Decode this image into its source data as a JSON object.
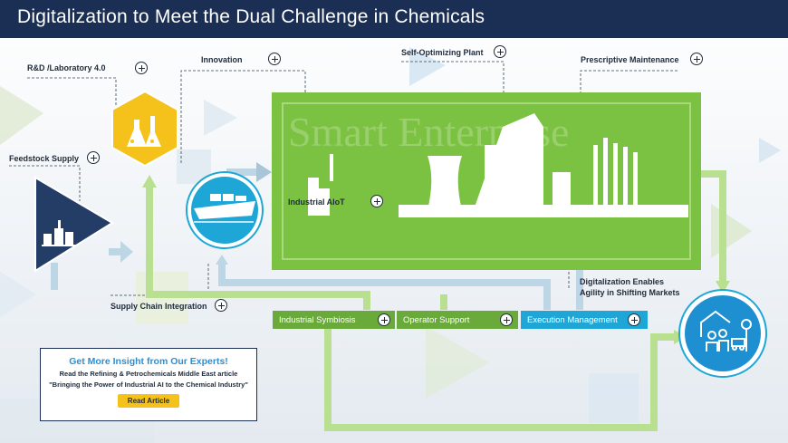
{
  "header": {
    "title": "Digitalization to Meet the Dual Challenge in Chemicals"
  },
  "labels": {
    "rnd": "R&D /Laboratory 4.0",
    "innovation": "Innovation",
    "self_optimizing": "Self-Optimizing Plant",
    "prescriptive": "Prescriptive Maintenance",
    "feedstock": "Feedstock Supply",
    "industrial_aiot": "Industrial AIoT",
    "supply_chain": "Supply Chain Integration",
    "agility_line1": "Digitalization Enables",
    "agility_line2": "Agility in Shifting Markets"
  },
  "watermark": "Smart Enterprise",
  "boxes": {
    "symbiosis": "Industrial Symbiosis",
    "operator": "Operator Support",
    "execution": "Execution Management"
  },
  "info": {
    "heading": "Get More Insight from Our Experts!",
    "line1": "Read the Refining & Petrochemicals Middle East article",
    "line2": "\"Bringing the Power of Industrial AI to the Chemical Industry\"",
    "button": "Read Article"
  },
  "colors": {
    "header_bg": "#1b2f55",
    "enterprise_green": "#7cc242",
    "box_green": "#6aaa3a",
    "box_teal": "#1ea7d6",
    "hex_gold": "#f5c21b",
    "accent_blue": "#2b8fd4",
    "read_button": "#f5c21b"
  },
  "icons": {
    "lab": "lab-flasks-icon",
    "ship": "cargo-ship-icon",
    "feedstock": "storage-tanks-icon",
    "community": "community-icon",
    "plus": "plus-circle-icon"
  }
}
